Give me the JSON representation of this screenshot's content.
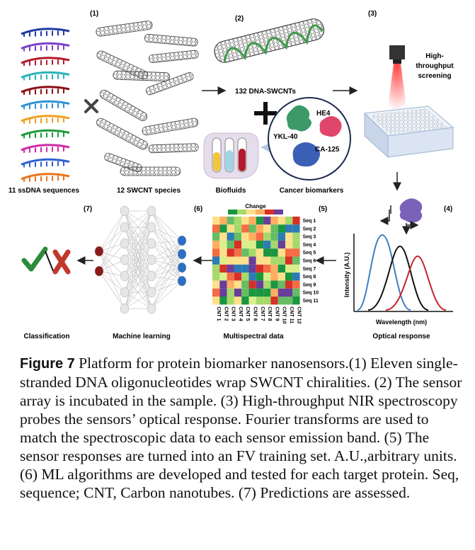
{
  "steps": [
    "(1)",
    "(2)",
    "(3)",
    "(4)",
    "(5)",
    "(6)",
    "(7)"
  ],
  "labels": {
    "ssdna": "11 ssDNA sequences",
    "swcnt": "12 SWCNT species",
    "dna_swcnts": "132 DNA-SWCNTs",
    "hts_1": "High-",
    "hts_2": "throughput",
    "hts_3": "screening",
    "biofluids": "Biofluids",
    "biomarkers": "Cancer biomarkers",
    "he4": "HE4",
    "ykl40": "YKL-40",
    "ca125": "CA-125",
    "intensity": "Intensity (A.U.)",
    "wavelength": "Wavelength (nm)",
    "optical_response": "Optical response",
    "change": "Change",
    "multispectral": "Multispectral data",
    "ml": "Machine learning",
    "classification": "Classification"
  },
  "seq_labels": [
    "Seq 1",
    "Seq 2",
    "Seq 3",
    "Seq 4",
    "Seq 5",
    "Seq 6",
    "Seq 7",
    "Seq 8",
    "Seq 9",
    "Seq 10",
    "Seq 11"
  ],
  "cnt_labels": [
    "CNT 1",
    "CNT 2",
    "CNT 3",
    "CNT 4",
    "CNT 5",
    "CNT 6",
    "CNT 7",
    "CNT 8",
    "CNT 9",
    "CNT 10",
    "CNT 11",
    "CNT 12"
  ],
  "dna_colors": [
    "#1f3aa8",
    "#7b3fc6",
    "#b3192a",
    "#2ab3b8",
    "#8b0f14",
    "#2c93d1",
    "#f0a020",
    "#1e9a3a",
    "#d02aa8",
    "#2f5fd0",
    "#e8731a"
  ],
  "heatmap_colors": [
    "#1a9641",
    "#66bd63",
    "#a6d96a",
    "#d9ef8b",
    "#fee08b",
    "#fdae61",
    "#f46d43",
    "#d73027",
    "#6a3d9a",
    "#2c7bb6"
  ],
  "caption": {
    "bold": "Figure 7",
    "text": " Platform for protein biomarker nanosensors.(1) Eleven single-stranded DNA oligonucleotides wrap SWCNT chiralities. (2) The sensor array is incubated in the sample. (3) High-throughput NIR spectroscopy probes the sensors’ optical response. Fourier transforms are used to match the spectroscopic data to each sensor emission band. (5) The sensor responses are turned into an FV training set. A.U.,arbitrary units. (6) ML algorithms are developed and tested for each target protein. Seq, sequence; CNT, Carbon nanotubes. (7) Predictions are assessed."
  }
}
